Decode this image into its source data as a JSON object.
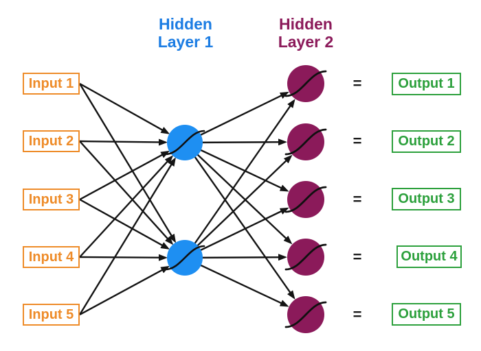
{
  "layer_labels": {
    "hidden1": {
      "line1": "Hidden",
      "line2": "Layer 1"
    },
    "hidden2": {
      "line1": "Hidden",
      "line2": "Layer 2"
    }
  },
  "inputs": [
    "Input 1",
    "Input 2",
    "Input 3",
    "Input 4",
    "Input 5"
  ],
  "outputs": [
    "Output 1",
    "Output 2",
    "Output 3",
    "Output 4",
    "Output 5"
  ],
  "equals": "=",
  "network": {
    "hidden1_neuron_count": 2,
    "hidden2_neuron_count": 5,
    "neuron_icon": "sigmoid-curve",
    "connections": [
      "each input connects to both hidden-layer-1 neurons",
      "each hidden-layer-1 neuron connects to all five hidden-layer-2 neurons",
      "each hidden-layer-2 neuron equals one output"
    ]
  },
  "colors": {
    "input_orange": "#ee8b28",
    "hidden1_blue_fill": "#1e8ff2",
    "hidden1_label_blue": "#1b7ce3",
    "hidden2_maroon": "#8b1a5a",
    "output_green": "#2ca03c",
    "edge_black": "#141414",
    "background": "#ffffff"
  }
}
